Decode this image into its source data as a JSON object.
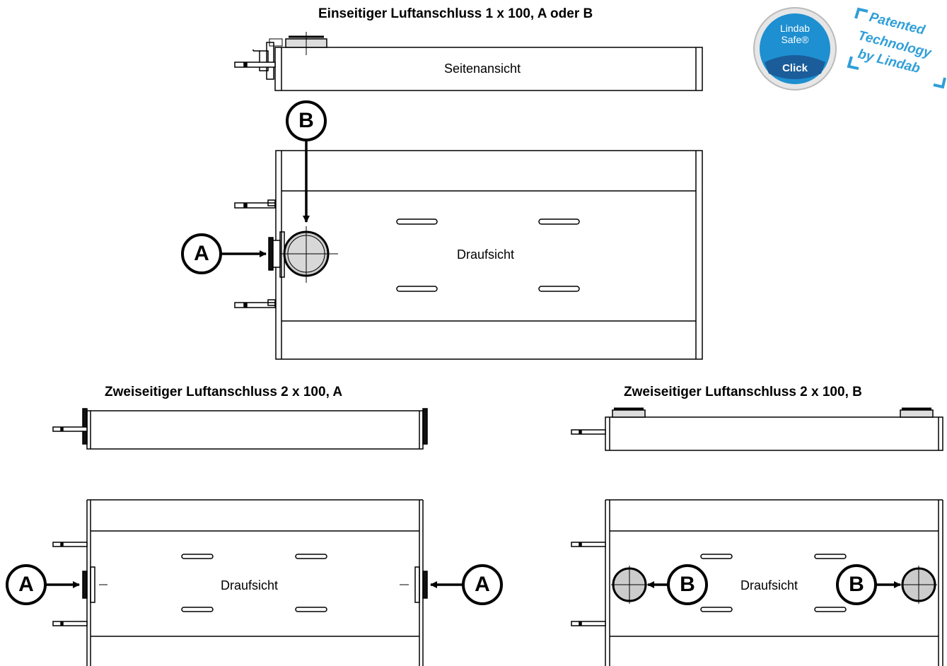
{
  "titles": {
    "top": "Einseitiger Luftanschluss 1 x 100, A oder B",
    "bottom_left": "Zweiseitiger Luftanschluss 2 x 100, A",
    "bottom_right": "Zweiseitiger Luftanschluss 2 x 100, B"
  },
  "labels": {
    "side_view": "Seitenansicht",
    "top_view": "Draufsicht",
    "connection_a": "A",
    "connection_b": "B"
  },
  "logo": {
    "line1": "Lindab",
    "line2": "Safe®",
    "click": "Click",
    "patent_line1": "Patented",
    "patent_line2": "Technology",
    "patent_line3": "by Lindab",
    "brand_color": "#1e8fd0",
    "patent_color": "#2f9fd8"
  }
}
